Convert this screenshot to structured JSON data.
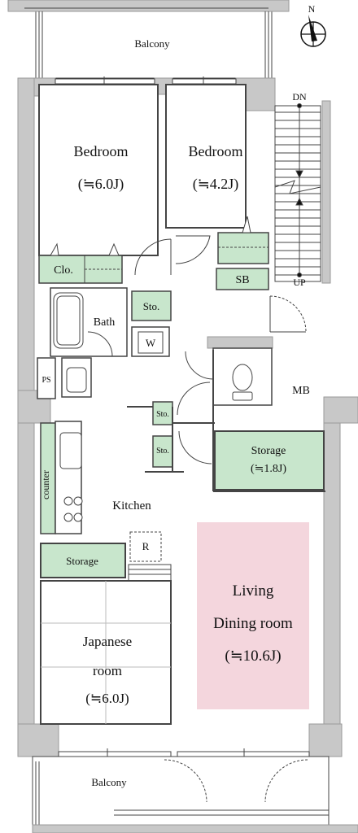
{
  "compass": {
    "north_label": "N",
    "icon": "compass-icon"
  },
  "balconies": {
    "top": "Balcony",
    "bottom": "Balcony"
  },
  "stairs": {
    "down_label": "DN",
    "up_label": "UP"
  },
  "rooms": {
    "bedroom_left": {
      "name": "Bedroom",
      "area": "(≒6.0J)"
    },
    "bedroom_right": {
      "name": "Bedroom",
      "area": "(≒4.2J)"
    },
    "closet": "Clo.",
    "shoe_box": "SB",
    "bath": "Bath",
    "storage_small_1": "Sto.",
    "washer": "W",
    "pipe_space": "PS",
    "meter_box": "MB",
    "storage_small_2": "Sto.",
    "storage_small_3": "Sto.",
    "storage_main": {
      "name": "Storage",
      "area": "(≒1.8J)"
    },
    "counter": "counter",
    "kitchen": "Kitchen",
    "refrigerator": "R",
    "storage_japanese": "Storage",
    "japanese_room": {
      "line1": "Japanese",
      "line2": "room",
      "area": "(≒6.0J)"
    },
    "living": {
      "line1": "Living",
      "line2": "Dining room",
      "area": "(≒10.6J)"
    }
  },
  "colors": {
    "wall": "#c8c8c8",
    "wall_stroke": "#9a9a9a",
    "storage_fill": "#c8e6cc",
    "living_fill": "#f4d6dd",
    "line": "#444444"
  }
}
